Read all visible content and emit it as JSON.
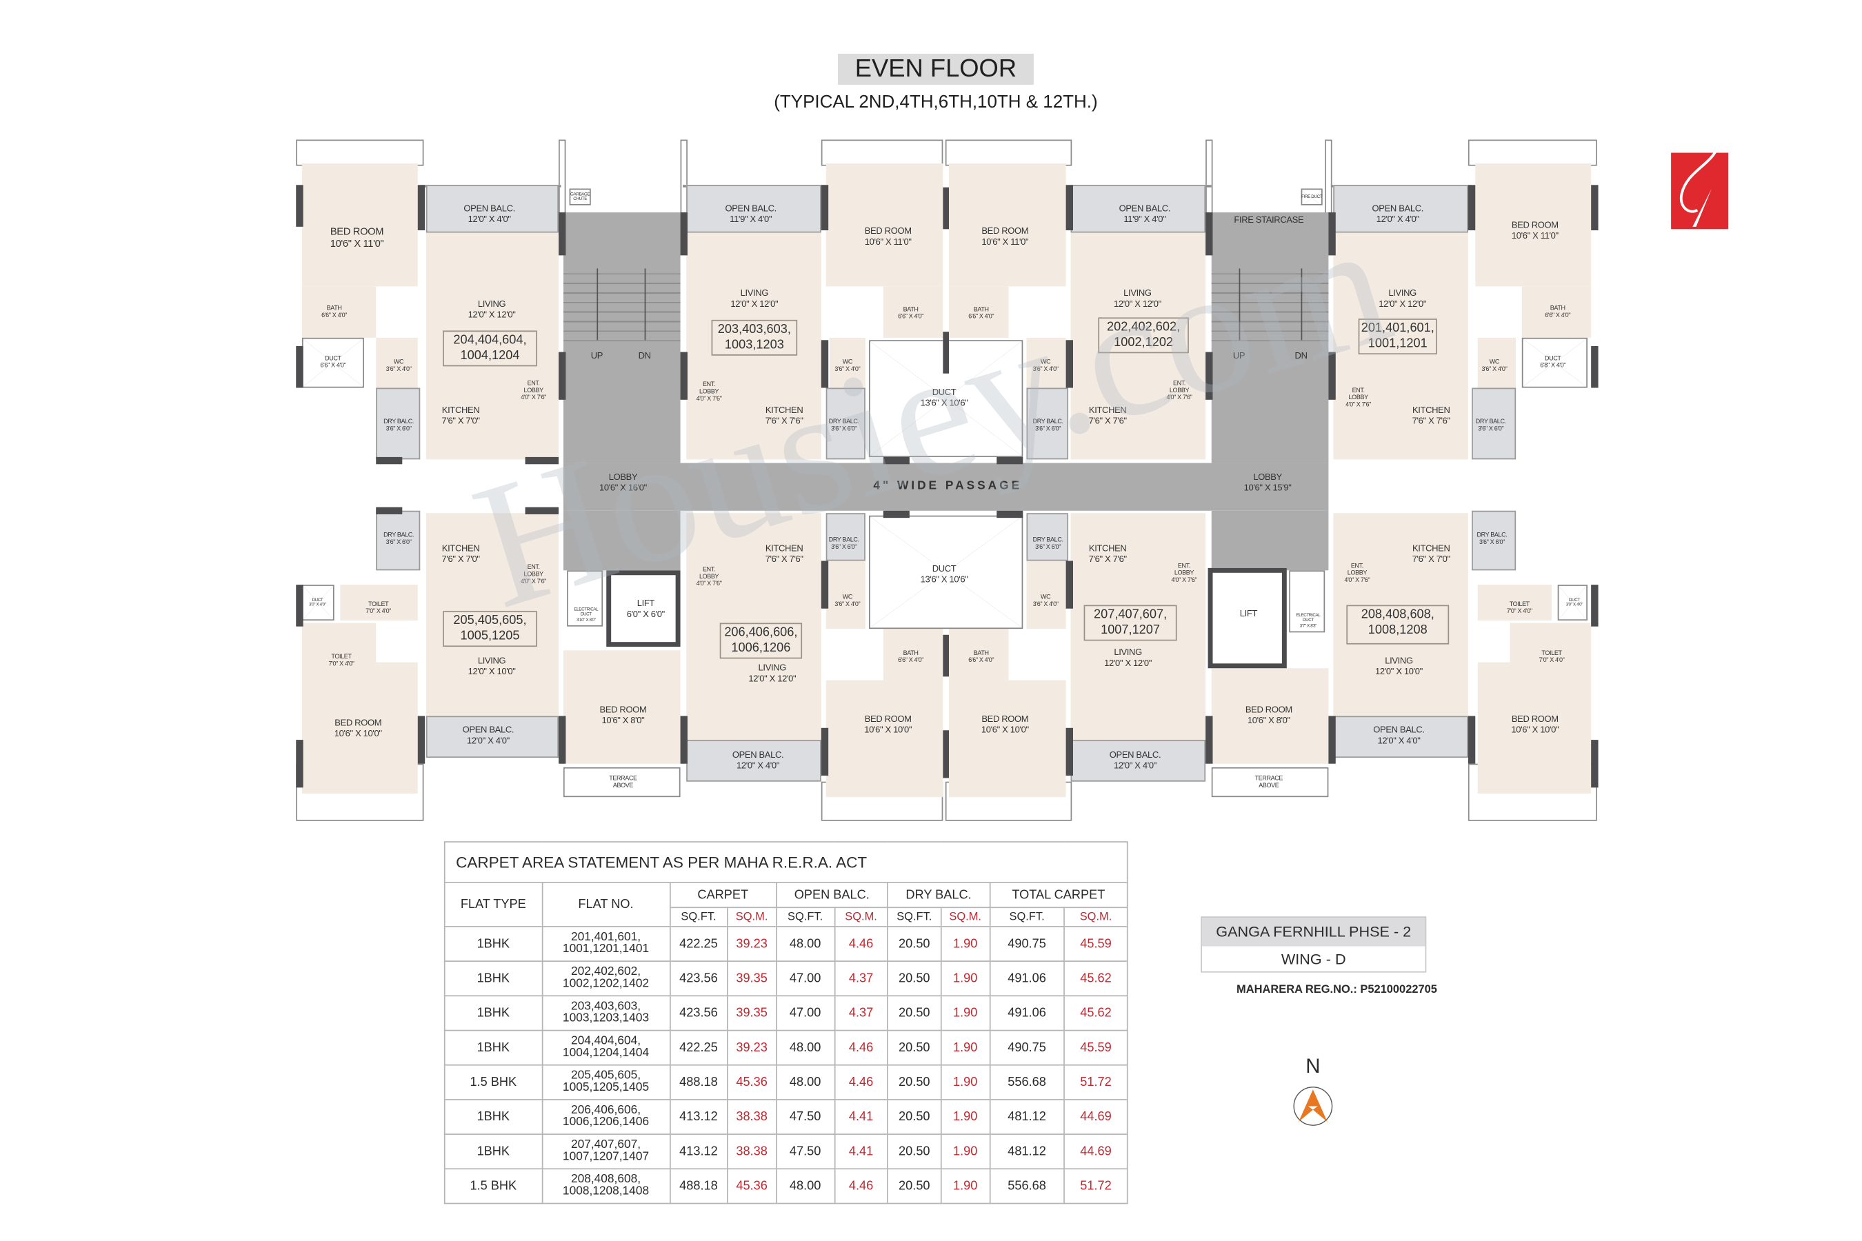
{
  "header": {
    "title": "EVEN FLOOR",
    "subtitle": "(TYPICAL 2ND,4TH,6TH,10TH & 12TH.)"
  },
  "logo": {
    "icon": "developer-logo-icon",
    "color": "#e0282f"
  },
  "watermark": "Housiey.com",
  "colors": {
    "room": "#f3ebe1",
    "balcony": "#dcdde0",
    "core": "#acacac",
    "wall": "#4d4d4f",
    "accent_red": "#c3262e",
    "compass_orange": "#e87722"
  },
  "plan": {
    "passage": "4\" WIDE PASSAGE",
    "rooms": {
      "a_bed": {
        "name": "BED ROOM",
        "dim": "10'6\" X 11'0\""
      },
      "a_balc": {
        "name": "OPEN BALC.",
        "dim": "12'0\" X 4'0\""
      },
      "a_liv": {
        "name": "LIVING",
        "dim": "12'0\" X 12'0\""
      },
      "a_bath": {
        "name": "BATH",
        "dim": "6'6\" X 4'0\""
      },
      "a_duct": {
        "name": "DUCT",
        "dim": "6'6\" X 4'0\""
      },
      "a_wc": {
        "name": "WC",
        "dim": "3'6\" X 4'0\""
      },
      "a_kit": {
        "name": "KITCHEN",
        "dim": "7'6\" X 7'0\""
      },
      "a_dry": {
        "name": "DRY BALC.",
        "dim": "3'6\" X 6'0\""
      },
      "a_ent": {
        "name": "ENT. LOBBY",
        "dim": "4'0\" X 7'6\""
      },
      "garbage": {
        "name": "GARBAGE CHUTE",
        "dim": ""
      },
      "lobby_l": {
        "name": "LOBBY",
        "dim": "10'6\" X 16'0\""
      },
      "up_l": {
        "name": "UP",
        "dim": ""
      },
      "dn_l": {
        "name": "DN",
        "dim": ""
      },
      "b_balc": {
        "name": "OPEN BALC.",
        "dim": "11'9\" X 4'0\""
      },
      "b_liv": {
        "name": "LIVING",
        "dim": "12'0\" X 12'0\""
      },
      "b_bed": {
        "name": "BED ROOM",
        "dim": "10'6\" X 11'0\""
      },
      "b_bath": {
        "name": "BATH",
        "dim": "6'6\" X 4'0\""
      },
      "b_wc": {
        "name": "WC",
        "dim": "3'6\" X 4'0\""
      },
      "b_kit": {
        "name": "KITCHEN",
        "dim": "7'6\" X 7'6\""
      },
      "b_dry": {
        "name": "DRY BALC.",
        "dim": "3'6\" X 6'0\""
      },
      "b_ent": {
        "name": "ENT. LOBBY",
        "dim": "4'0\" X 7'6\""
      },
      "duct_top": {
        "name": "DUCT",
        "dim": "13'6\" X 10'6\""
      },
      "c_bed": {
        "name": "BED ROOM",
        "dim": "10'6\" X 11'0\""
      },
      "c_bath": {
        "name": "BATH",
        "dim": "6'6\" X 4'0\""
      },
      "c_wc": {
        "name": "WC",
        "dim": "3'6\" X 4'0\""
      },
      "c_dry": {
        "name": "DRY BALC.",
        "dim": "3'6\" X 6'0\""
      },
      "c_balc": {
        "name": "OPEN BALC.",
        "dim": "11'9\" X 4'0\""
      },
      "c_liv": {
        "name": "LIVING",
        "dim": "12'0\" X 12'0\""
      },
      "c_kit": {
        "name": "KITCHEN",
        "dim": "7'6\" X 7'6\""
      },
      "c_ent": {
        "name": "ENT. LOBBY",
        "dim": "4'0\" X 7'6\""
      },
      "fire_stair": {
        "name": "FIRE STAIRCASE",
        "dim": ""
      },
      "fireduct": {
        "name": "FIRE DUCT",
        "dim": ""
      },
      "up_r": {
        "name": "UP",
        "dim": ""
      },
      "dn_r": {
        "name": "DN",
        "dim": ""
      },
      "lobby_r": {
        "name": "LOBBY",
        "dim": "10'6\" X 15'9\""
      },
      "d_balc": {
        "name": "OPEN BALC.",
        "dim": "12'0\" X 4'0\""
      },
      "d_liv": {
        "name": "LIVING",
        "dim": "12'0\" X 12'0\""
      },
      "d_bed": {
        "name": "BED ROOM",
        "dim": "10'6\" X 11'0\""
      },
      "d_bath": {
        "name": "BATH",
        "dim": "6'6\" X 4'0\""
      },
      "d_duct": {
        "name": "DUCT",
        "dim": "6'8\" X 4'0\""
      },
      "d_wc": {
        "name": "WC",
        "dim": "3'6\" X 4'0\""
      },
      "d_kit": {
        "name": "KITCHEN",
        "dim": "7'6\" X 7'6\""
      },
      "d_dry": {
        "name": "DRY BALC.",
        "dim": "3'6\" X 6'0\""
      },
      "d_ent": {
        "name": "ENT. LOBBY",
        "dim": "4'0\" X 7'6\""
      },
      "e_dry": {
        "name": "DRY BALC.",
        "dim": "3'6\" X 6'0\""
      },
      "e_kit": {
        "name": "KITCHEN",
        "dim": "7'6\" X 7'0\""
      },
      "e_ent": {
        "name": "ENT. LOBBY",
        "dim": "4'0\" X 7'6\""
      },
      "e_duct": {
        "name": "DUCT",
        "dim": "3'0\" X 4'0\""
      },
      "e_toi1": {
        "name": "TOILET",
        "dim": "7'0\" X 4'0\""
      },
      "e_toi2": {
        "name": "TOILET",
        "dim": "7'0\" X 4'0\""
      },
      "e_liv": {
        "name": "LIVING",
        "dim": "12'0\" X 10'0\""
      },
      "e_bed": {
        "name": "BED ROOM",
        "dim": "10'6\" X 10'0\""
      },
      "e_balc": {
        "name": "OPEN BALC.",
        "dim": "12'0\" X 4'0\""
      },
      "f_bed": {
        "name": "BED ROOM",
        "dim": "10'6\" X 8'0\""
      },
      "f_terr": {
        "name": "TERRACE ABOVE",
        "dim": ""
      },
      "lift_l": {
        "name": "LIFT",
        "dim": "6'0\" X 6'0\""
      },
      "elec_l": {
        "name": "ELECTRICAL DUCT",
        "dim": "3'10\" X 8'0\""
      },
      "g_kit": {
        "name": "KITCHEN",
        "dim": "7'6\" X 7'6\""
      },
      "g_dry": {
        "name": "DRY BALC.",
        "dim": "3'6\" X 6'0\""
      },
      "g_ent": {
        "name": "ENT. LOBBY",
        "dim": "4'0\" X 7'6\""
      },
      "g_wc": {
        "name": "WC",
        "dim": "3'6\" X 4'0\""
      },
      "duct_bot": {
        "name": "DUCT",
        "dim": "13'6\" X 10'6\""
      },
      "g_bath": {
        "name": "BATH",
        "dim": "6'6\" X 4'0\""
      },
      "g_bed": {
        "name": "BED ROOM",
        "dim": "10'6\" X 10'0\""
      },
      "g_liv": {
        "name": "LIVING",
        "dim": "12'0\" X 12'0\""
      },
      "g_balc": {
        "name": "OPEN BALC.",
        "dim": "12'0\" X 4'0\""
      },
      "h_dry": {
        "name": "DRY BALC.",
        "dim": "3'6\" X 6'0\""
      },
      "h_kit": {
        "name": "KITCHEN",
        "dim": "7'6\" X 7'6\""
      },
      "h_ent": {
        "name": "ENT. LOBBY",
        "dim": "4'0\" X 7'6\""
      },
      "h_wc": {
        "name": "WC",
        "dim": "3'6\" X 4'0\""
      },
      "h_bath": {
        "name": "BATH",
        "dim": "6'6\" X 4'0\""
      },
      "h_bed": {
        "name": "BED ROOM",
        "dim": "10'6\" X 10'0\""
      },
      "h_liv": {
        "name": "LIVING",
        "dim": "12'0\" X 12'0\""
      },
      "h_balc": {
        "name": "OPEN BALC.",
        "dim": "12'0\" X 4'0\""
      },
      "lift_r": {
        "name": "LIFT",
        "dim": ""
      },
      "elec_r": {
        "name": "ELECTRICAL DUCT",
        "dim": "3'7\" X 8'3\""
      },
      "i_bed": {
        "name": "BED ROOM",
        "dim": "10'6\" X 8'0\""
      },
      "i_terr": {
        "name": "TERRACE ABOVE",
        "dim": ""
      },
      "j_ent": {
        "name": "ENT. LOBBY",
        "dim": "4'0\" X 7'6\""
      },
      "j_kit": {
        "name": "KITCHEN",
        "dim": "7'6\" X 7'0\""
      },
      "j_dry": {
        "name": "DRY BALC.",
        "dim": "3'6\" X 6'0\""
      },
      "j_toi1": {
        "name": "TOILET",
        "dim": "7'0\" X 4'0\""
      },
      "j_duct": {
        "name": "DUCT",
        "dim": "3'0\" X 4'0\""
      },
      "j_toi2": {
        "name": "TOILET",
        "dim": "7'0\" X 4'0\""
      },
      "j_liv": {
        "name": "LIVING",
        "dim": "12'0\" X 10'0\""
      },
      "j_bed": {
        "name": "BED ROOM",
        "dim": "10'6\" X 10'0\""
      },
      "j_balc": {
        "name": "OPEN BALC.",
        "dim": "12'0\" X 4'0\""
      }
    },
    "units": {
      "u204": {
        "line1": "204,404,604,",
        "line2": "1004,1204"
      },
      "u203": {
        "line1": "203,403,603,",
        "line2": "1003,1203"
      },
      "u202": {
        "line1": "202,402,602,",
        "line2": "1002,1202"
      },
      "u201": {
        "line1": "201,401,601,",
        "line2": "1001,1201"
      },
      "u205": {
        "line1": "205,405,605,",
        "line2": "1005,1205"
      },
      "u206": {
        "line1": "206,406,606,",
        "line2": "1006,1206"
      },
      "u207": {
        "line1": "207,407,607,",
        "line2": "1007,1207"
      },
      "u208": {
        "line1": "208,408,608,",
        "line2": "1008,1208"
      }
    }
  },
  "area_table": {
    "title": "CARPET AREA STATEMENT AS PER MAHA R.E.R.A. ACT",
    "col_flat_type": "FLAT TYPE",
    "col_flat_no": "FLAT NO.",
    "groups": [
      "CARPET",
      "OPEN  BALC.",
      "DRY BALC.",
      "TOTAL CARPET"
    ],
    "unit_sqft": "SQ.FT.",
    "unit_sqm": "SQ.M.",
    "rows": [
      {
        "type": "1BHK",
        "flats1": "201,401,601,",
        "flats2": "1001,1201,1401",
        "vals": [
          "422.25",
          "39.23",
          "48.00",
          "4.46",
          "20.50",
          "1.90",
          "490.75",
          "45.59"
        ]
      },
      {
        "type": "1BHK",
        "flats1": "202,402,602,",
        "flats2": "1002,1202,1402",
        "vals": [
          "423.56",
          "39.35",
          "47.00",
          "4.37",
          "20.50",
          "1.90",
          "491.06",
          "45.62"
        ]
      },
      {
        "type": "1BHK",
        "flats1": "203,403,603,",
        "flats2": "1003,1203,1403",
        "vals": [
          "423.56",
          "39.35",
          "47.00",
          "4.37",
          "20.50",
          "1.90",
          "491.06",
          "45.62"
        ]
      },
      {
        "type": "1BHK",
        "flats1": "204,404,604,",
        "flats2": "1004,1204,1404",
        "vals": [
          "422.25",
          "39.23",
          "48.00",
          "4.46",
          "20.50",
          "1.90",
          "490.75",
          "45.59"
        ]
      },
      {
        "type": "1.5 BHK",
        "flats1": "205,405,605,",
        "flats2": "1005,1205,1405",
        "vals": [
          "488.18",
          "45.36",
          "48.00",
          "4.46",
          "20.50",
          "1.90",
          "556.68",
          "51.72"
        ]
      },
      {
        "type": "1BHK",
        "flats1": "206,406,606,",
        "flats2": "1006,1206,1406",
        "vals": [
          "413.12",
          "38.38",
          "47.50",
          "4.41",
          "20.50",
          "1.90",
          "481.12",
          "44.69"
        ]
      },
      {
        "type": "1BHK",
        "flats1": "207,407,607,",
        "flats2": "1007,1207,1407",
        "vals": [
          "413.12",
          "38.38",
          "47.50",
          "4.41",
          "20.50",
          "1.90",
          "481.12",
          "44.69"
        ]
      },
      {
        "type": "1.5 BHK",
        "flats1": "208,408,608,",
        "flats2": "1008,1208,1408",
        "vals": [
          "488.18",
          "45.36",
          "48.00",
          "4.46",
          "20.50",
          "1.90",
          "556.68",
          "51.72"
        ]
      }
    ]
  },
  "project": {
    "name": "GANGA FERNHILL PHSE - 2",
    "wing": "WING - D",
    "reg": "MAHARERA REG.NO.: P52100022705"
  },
  "compass": {
    "label": "N",
    "icon": "north-arrow-icon"
  }
}
